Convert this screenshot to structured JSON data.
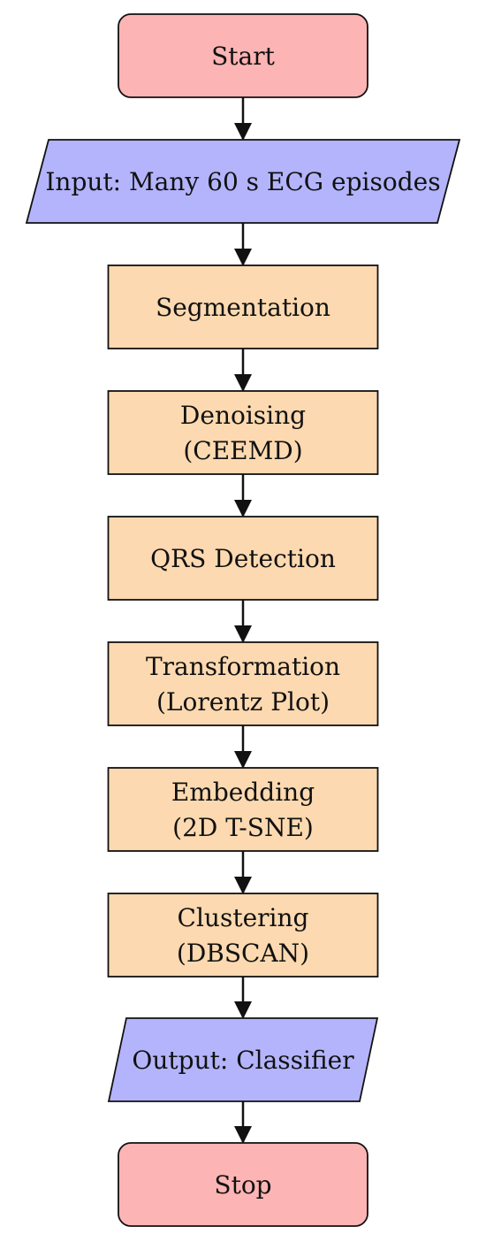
{
  "colors": {
    "terminal_fill": "#fcb4b4",
    "io_fill": "#b4b4fc",
    "process_fill": "#fcd9b0",
    "stroke": "#111111"
  },
  "nodes": [
    {
      "id": "start",
      "shape": "terminal",
      "lines": [
        "Start"
      ]
    },
    {
      "id": "input",
      "shape": "io",
      "lines": [
        "Input: Many 60 s ECG episodes"
      ]
    },
    {
      "id": "segmentation",
      "shape": "process",
      "lines": [
        "Segmentation"
      ]
    },
    {
      "id": "denoising",
      "shape": "process",
      "lines": [
        "Denoising",
        "(CEEMD)"
      ]
    },
    {
      "id": "qrs-detection",
      "shape": "process",
      "lines": [
        "QRS Detection"
      ]
    },
    {
      "id": "transformation",
      "shape": "process",
      "lines": [
        "Transformation",
        "(Lorentz Plot)"
      ]
    },
    {
      "id": "embedding",
      "shape": "process",
      "lines": [
        "Embedding",
        "(2D T-SNE)"
      ]
    },
    {
      "id": "clustering",
      "shape": "process",
      "lines": [
        "Clustering",
        "(DBSCAN)"
      ]
    },
    {
      "id": "output",
      "shape": "io",
      "lines": [
        "Output: Classifier"
      ]
    },
    {
      "id": "stop",
      "shape": "terminal",
      "lines": [
        "Stop"
      ]
    }
  ],
  "edges": [
    [
      "start",
      "input"
    ],
    [
      "input",
      "segmentation"
    ],
    [
      "segmentation",
      "denoising"
    ],
    [
      "denoising",
      "qrs-detection"
    ],
    [
      "qrs-detection",
      "transformation"
    ],
    [
      "transformation",
      "embedding"
    ],
    [
      "embedding",
      "clustering"
    ],
    [
      "clustering",
      "output"
    ],
    [
      "output",
      "stop"
    ]
  ]
}
